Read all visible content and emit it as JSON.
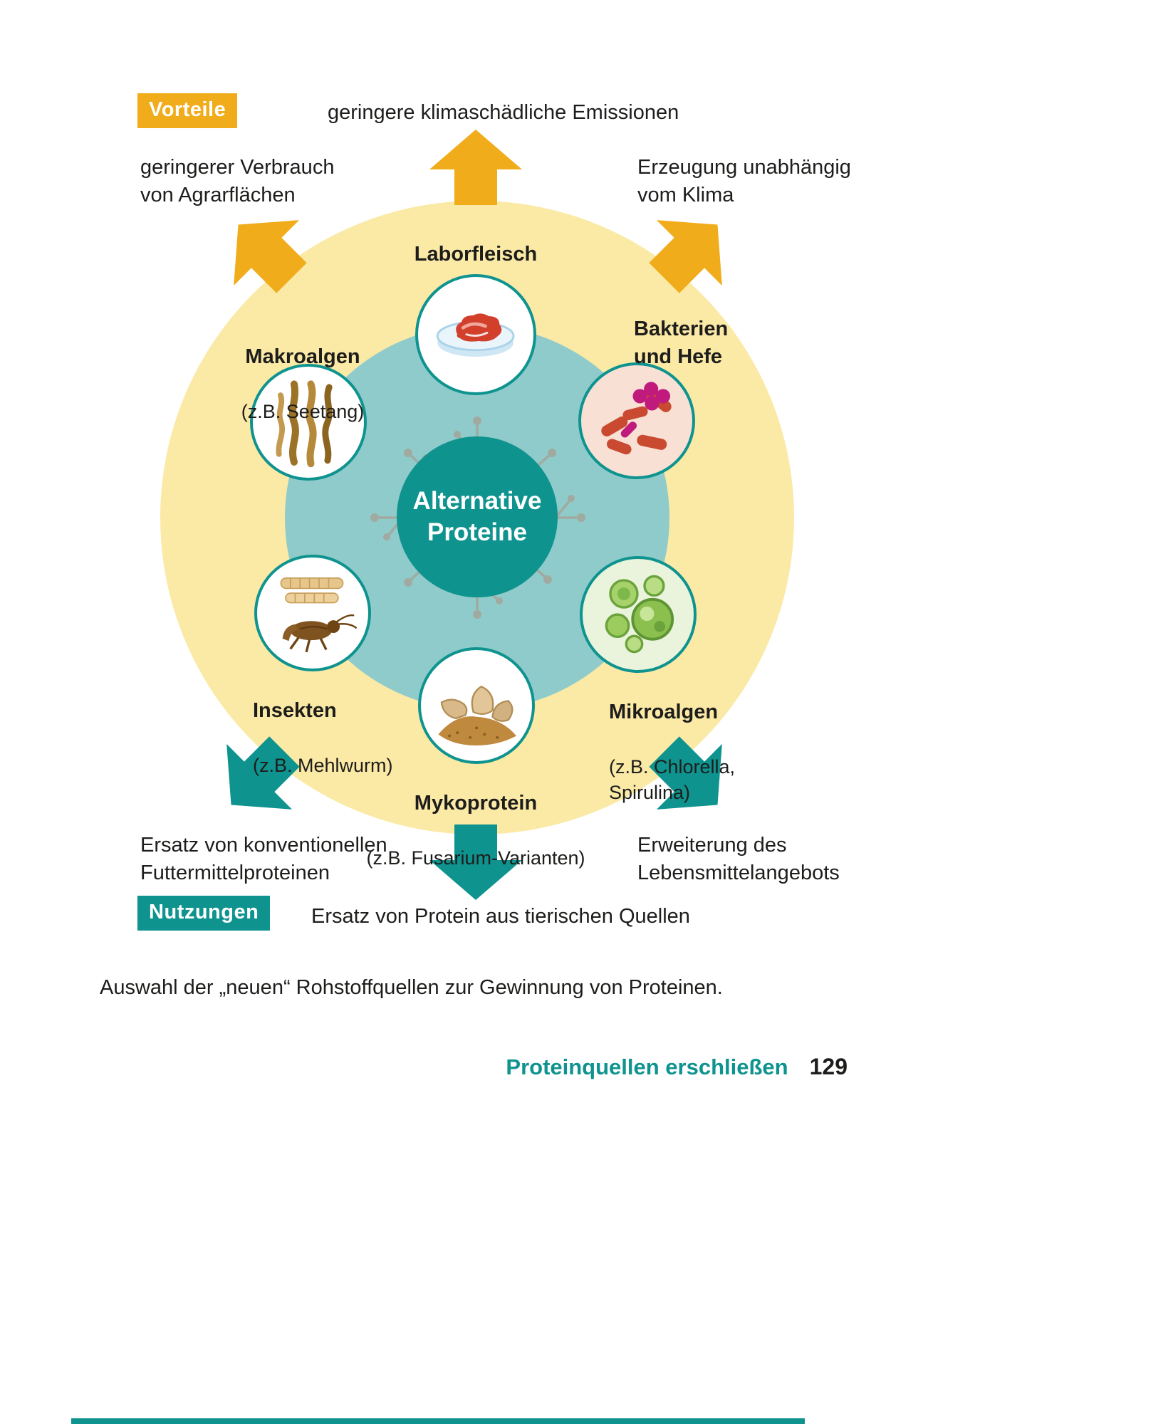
{
  "colors": {
    "yellow": "#F0AC1A",
    "pale_yellow": "#FBE9A6",
    "teal": "#0E938F",
    "pale_teal": "#8FCBCA",
    "text": "#1D1D1B"
  },
  "advantages": {
    "badge": "Vorteile",
    "top": "geringere klimaschädliche Emissionen",
    "left": "geringerer Verbrauch\nvon Agrarflächen",
    "right": "Erzeugung unabhängig\nvom Klima"
  },
  "center": {
    "title": "Alternative\nProteine"
  },
  "nodes": [
    {
      "title": "Laborfleisch",
      "subtitle": "",
      "icon": "petri-dish-icon"
    },
    {
      "title": "Makroalgen",
      "subtitle": "(z.B. Seetang)",
      "icon": "seaweed-icon"
    },
    {
      "title": "Bakterien\nund Hefe",
      "subtitle": "",
      "icon": "bacteria-icon"
    },
    {
      "title": "Insekten",
      "subtitle": "(z.B. Mehlwurm)",
      "icon": "insect-icon"
    },
    {
      "title": "Mikroalgen",
      "subtitle": "(z.B. Chlorella,\nSpirulina)",
      "icon": "microalgae-icon"
    },
    {
      "title": "Mykoprotein",
      "subtitle": "(z.B. Fusarium-Varianten)",
      "icon": "mushroom-icon"
    }
  ],
  "uses": {
    "badge": "Nutzungen",
    "left": "Ersatz von konventionellen\nFuttermittelproteinen",
    "right": "Erweiterung des\nLebensmittelangebots",
    "bottom": "Ersatz von Protein aus tierischen Quellen"
  },
  "caption": "Auswahl der „neuen“ Rohstoffquellen zur Gewinnung von Proteinen.",
  "page_footer": {
    "chapter": "Proteinquellen erschließen",
    "page_number": "129"
  }
}
